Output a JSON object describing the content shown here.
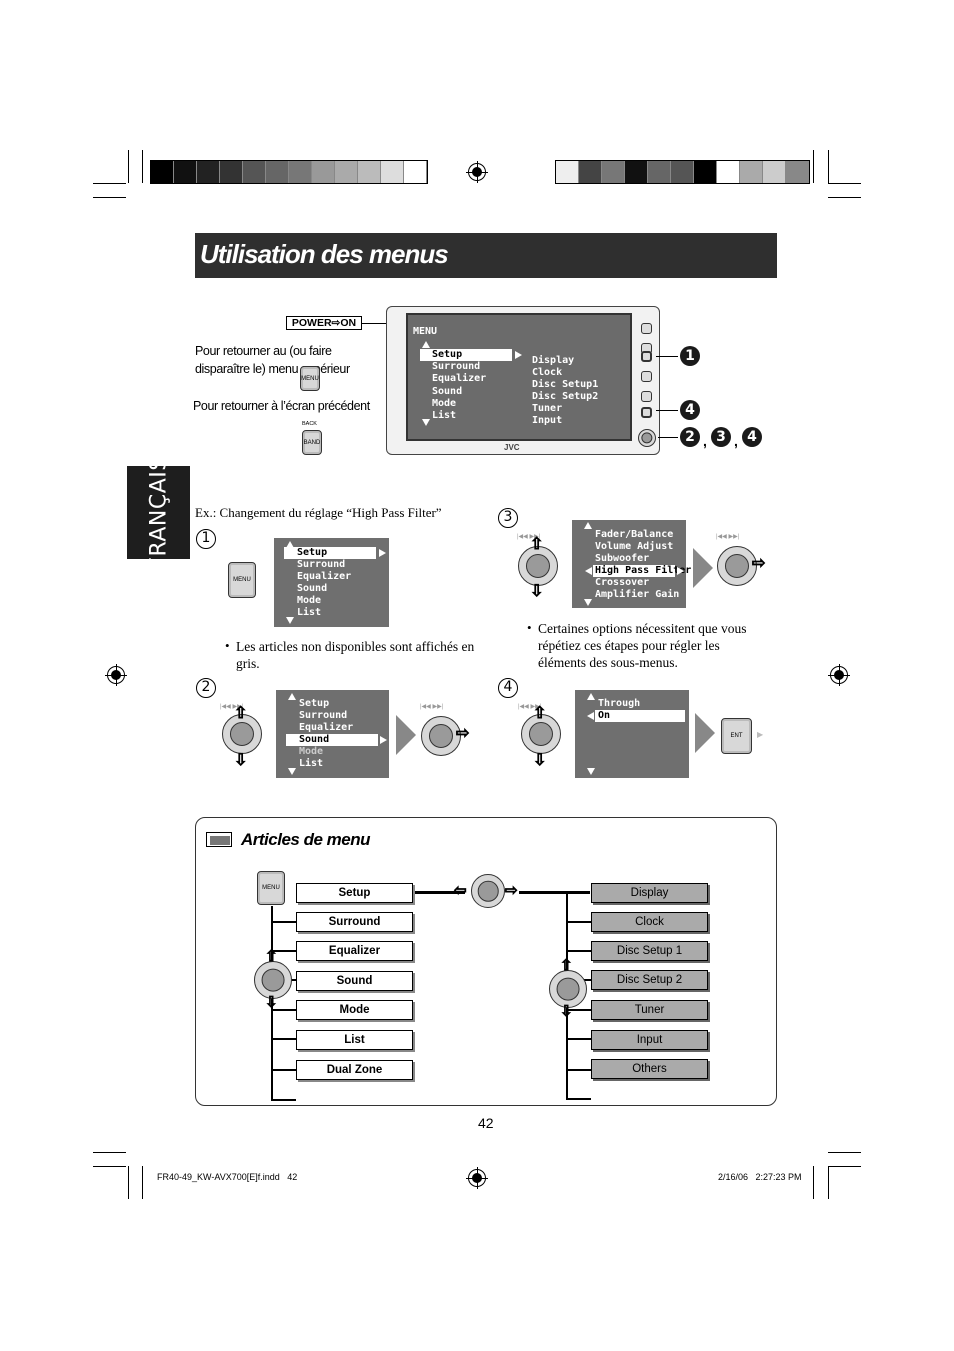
{
  "page": {
    "title": "Utilisation des menus",
    "language_tab": "FRANÇAIS",
    "page_number": "42",
    "footer_left": "FR40-49_KW-AVX700[E]f.indd   42",
    "footer_right": "2/16/06   2:27:23 PM"
  },
  "intro": {
    "power_label": "POWER⇨ON",
    "return_top_text": "Pour retourner au (ou faire disparaître le) menu supérieur",
    "return_prev_text": "Pour retourner à l’écran précédent",
    "menu_button_label": "MENU",
    "back_button_label": "BAND",
    "back_caption": "BACK",
    "step_refs": [
      "1",
      "4",
      "2",
      "3",
      "4"
    ],
    "comma": ","
  },
  "device_screen": {
    "header": "MENU",
    "left_items": [
      "Setup",
      "Surround",
      "Equalizer",
      "Sound",
      "Mode",
      "List"
    ],
    "right_items": [
      "Display",
      "Clock",
      "Disc Setup1",
      "Disc Setup2",
      "Tuner",
      "Input"
    ],
    "brand": "JVC"
  },
  "example_caption": "Ex.: Changement du réglage “High Pass Filter”",
  "steps": {
    "s1": {
      "num": "1",
      "items": [
        "Setup",
        "Surround",
        "Equalizer",
        "Sound",
        "Mode",
        "List"
      ],
      "note": "Les articles non disponibles sont affichés en gris."
    },
    "s2": {
      "num": "2",
      "items": [
        "Setup",
        "Surround",
        "Equalizer",
        "Sound",
        "Mode",
        "List"
      ]
    },
    "s3": {
      "num": "3",
      "items": [
        "Fader/Balance",
        "Volume Adjust",
        "Subwoofer",
        "High Pass Filter",
        "Crossover",
        "Amplifier Gain"
      ],
      "note": "Certaines options nécessitent que vous répétiez ces étapes pour régler les éléments des sous-menus."
    },
    "s4": {
      "num": "4",
      "items": [
        "Through",
        "On"
      ],
      "ent_label": "ENT"
    }
  },
  "articles": {
    "title": "Articles de menu",
    "menu_button": "MENU",
    "left": [
      "Setup",
      "Surround",
      "Equalizer",
      "Sound",
      "Mode",
      "List",
      "Dual Zone"
    ],
    "right": [
      "Display",
      "Clock",
      "Disc Setup 1",
      "Disc Setup 2",
      "Tuner",
      "Input",
      "Others"
    ]
  },
  "colors": {
    "title_bar": "#2f2f2f",
    "screen": "#6f6f6f",
    "submenu_box": "#aaaaaa"
  }
}
